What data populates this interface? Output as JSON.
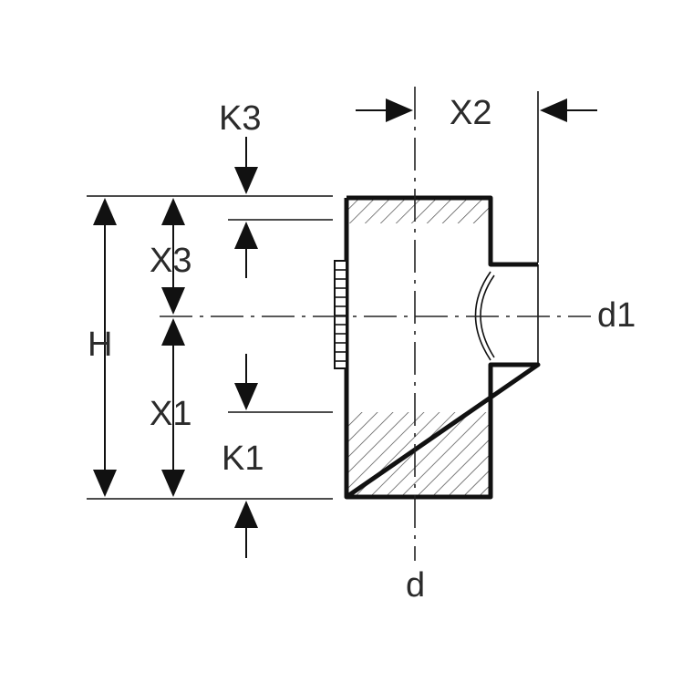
{
  "diagram": {
    "labels": {
      "k3": "K3",
      "x2": "X2",
      "x3": "X3",
      "h": "H",
      "d1": "d1",
      "x1": "X1",
      "k1": "K1",
      "d": "d"
    }
  }
}
